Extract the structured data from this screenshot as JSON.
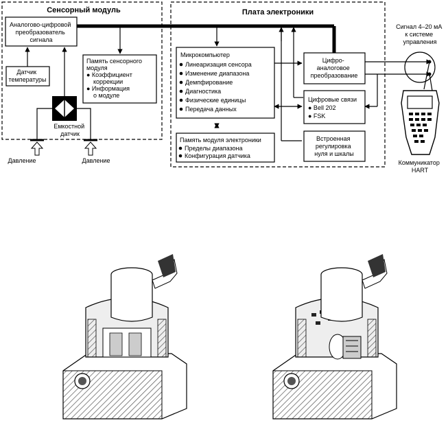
{
  "diagram": {
    "sensor_module": {
      "title": "Сенсорный модуль",
      "adc": [
        "Аналогово-цифровой",
        "преобразователь",
        "сигнала"
      ],
      "temp_sensor": [
        "Датчик",
        "температуры"
      ],
      "memory": [
        "Память сенсорного",
        "модуля",
        "● Коэффициент",
        "коррекции",
        "● Информация",
        "о модуле"
      ],
      "cap_sensor": [
        "Емкостной",
        "датчик"
      ],
      "pressure_left": "Давление",
      "pressure_right": "Давление"
    },
    "electronics_board": {
      "title": "Плата электроники",
      "micro_title": "Микрокомпьютер",
      "micro_items": [
        "Линеаризация сенсора",
        "Изменение диапазона",
        "Демпфирование",
        "Диагностика",
        "Физические единицы",
        "Передача данных"
      ],
      "memory_title": "Память модуля электроники",
      "memory_items": [
        "Пределы диапазона",
        "Конфигурация датчика"
      ],
      "dac": [
        "Цифро-",
        "аналоговое",
        "преобразование"
      ],
      "comm": [
        "Цифровые связи",
        "● Bell 202",
        "● FSK"
      ],
      "zero_span": [
        "Встроенная",
        "регулировка",
        "нуля и шкалы"
      ]
    },
    "signal": [
      "Сигнал 4–20 мА",
      "к системе",
      "управления"
    ],
    "communicator": [
      "Коммуникатор",
      "HART"
    ]
  }
}
